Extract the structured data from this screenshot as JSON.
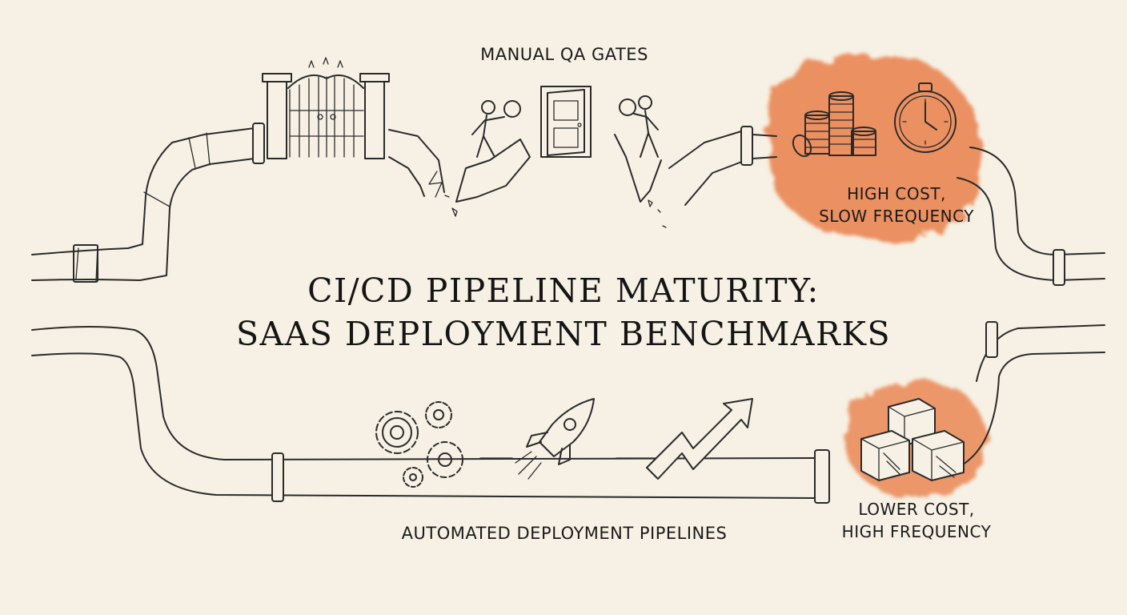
{
  "title": {
    "line1": "CI/CD PIPELINE MATURITY:",
    "line2": "SAAS DEPLOYMENT BENCHMARKS"
  },
  "top_section": {
    "label": "MANUAL QA GATES",
    "outcome_line1": "HIGH COST,",
    "outcome_line2": "SLOW FREQUENCY"
  },
  "bottom_section": {
    "label": "AUTOMATED DEPLOYMENT PIPELINES",
    "outcome_line1": "LOWER COST,",
    "outcome_line2": "HIGH FREQUENCY"
  },
  "colors": {
    "background": "#f6f1e4",
    "ink": "#2a2a2a",
    "accent_orange": "#e8743b"
  },
  "icons": [
    "gate-icon",
    "inspector-icon",
    "door-icon",
    "coins-icon",
    "stopwatch-icon",
    "gears-icon",
    "rocket-icon",
    "trend-arrow-icon",
    "boxes-icon"
  ]
}
